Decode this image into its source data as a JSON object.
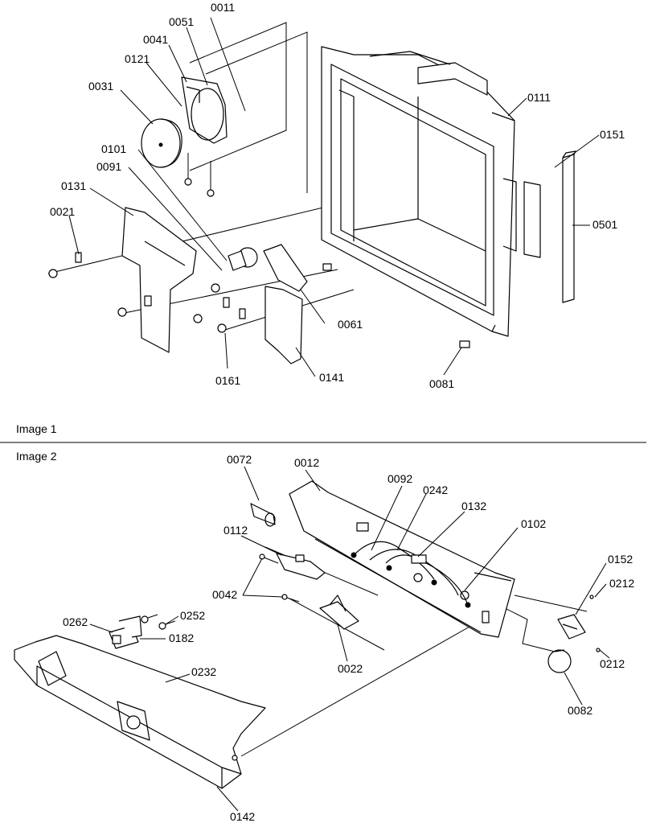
{
  "captions": {
    "image1": "Image 1",
    "image2": "Image 2"
  },
  "labels1": {
    "l0011": "0011",
    "l0051": "0051",
    "l0041": "0041",
    "l0121": "0121",
    "l0031": "0031",
    "l0111": "0111",
    "l0151": "0151",
    "l0101": "0101",
    "l0091": "0091",
    "l0131": "0131",
    "l0501": "0501",
    "l0021": "0021",
    "l0061": "0061",
    "l0161": "0161",
    "l0141": "0141",
    "l0081": "0081"
  },
  "labels2": {
    "l0072": "0072",
    "l0012": "0012",
    "l0092": "0092",
    "l0242": "0242",
    "l0132": "0132",
    "l0112": "0112",
    "l0102": "0102",
    "l0152": "0152",
    "l0212a": "0212",
    "l0042": "0042",
    "l0262": "0262",
    "l0252": "0252",
    "l0182": "0182",
    "l0212b": "0212",
    "l0232": "0232",
    "l0022": "0022",
    "l0082": "0082",
    "l0142": "0142"
  }
}
